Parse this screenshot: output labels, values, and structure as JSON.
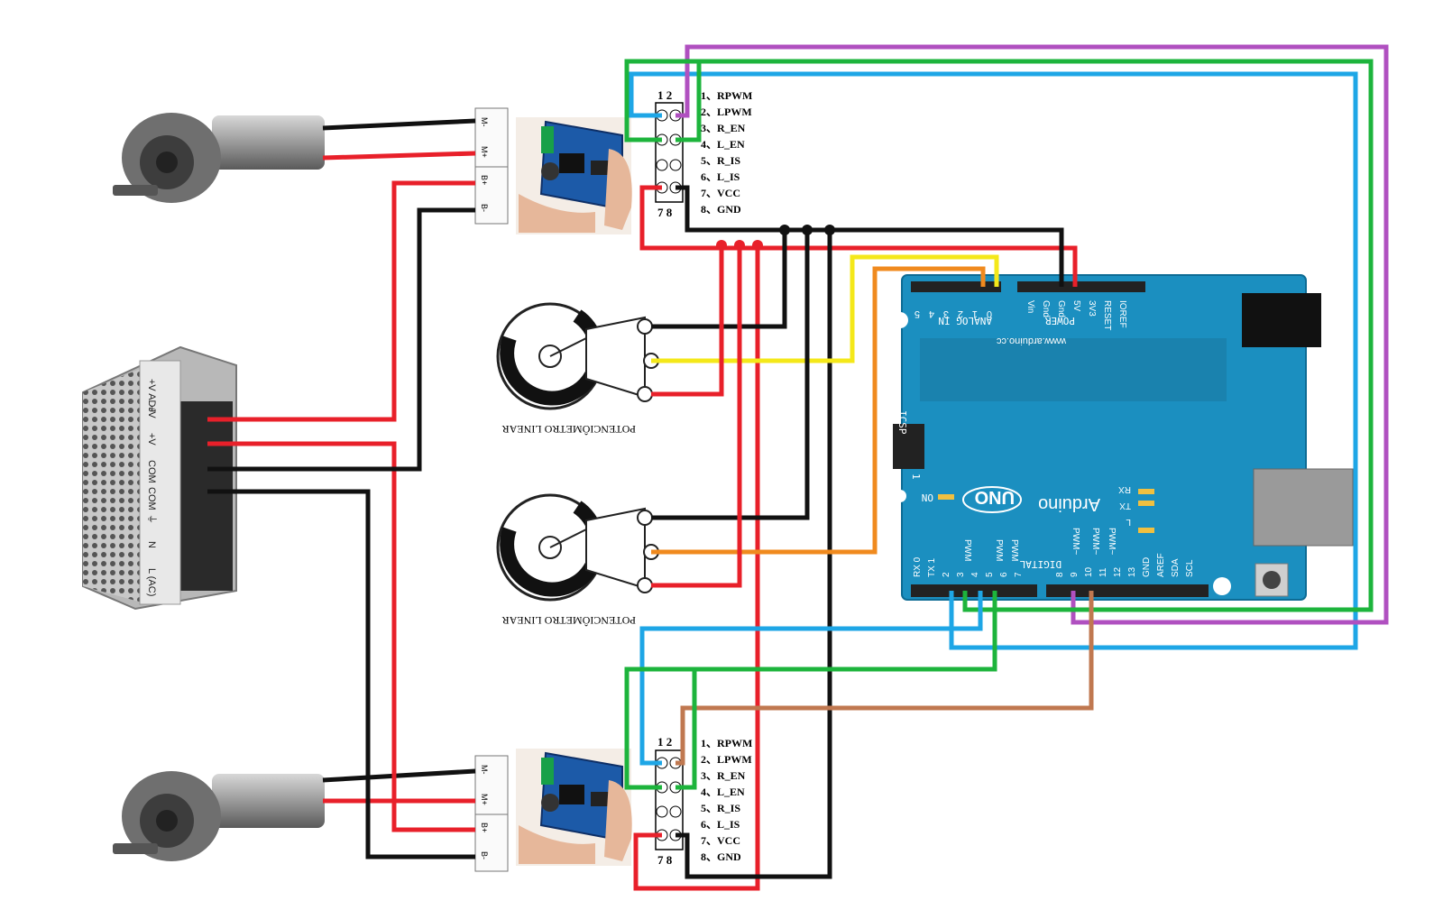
{
  "driver_pins": {
    "header_top": "1 2",
    "header_bottom": "7 8",
    "list": [
      "1、RPWM",
      "2、LPWM",
      "3、R_EN",
      "4、L_EN",
      "5、R_IS",
      "6、L_IS",
      "7、VCC",
      "8、GND"
    ]
  },
  "motor_terminals": [
    "M-",
    "M+",
    "B+",
    "B-"
  ],
  "potentiometer_label": "POTENCIÔMETRO LINEAR",
  "psu": {
    "terminal_labels": [
      "+V ADJ",
      "+V",
      "+V",
      "COM",
      "COM",
      "⏚",
      "N",
      "L (AC)"
    ]
  },
  "arduino": {
    "logo": "Arduino",
    "model": "UNO",
    "website": "www.arduino.cc",
    "on_label": "ON",
    "icsp": "ICSP",
    "icsp_pin1": "1",
    "led_labels": [
      "RX",
      "TX",
      "L"
    ],
    "analog_header_label": "ANALOG IN",
    "analog_pins": [
      "5",
      "4",
      "3",
      "2",
      "1",
      "0"
    ],
    "power_header_label": "POWER",
    "power_pins": [
      "Vin",
      "Gnd",
      "Gnd",
      "5V",
      "3V3",
      "RESET",
      "IOREF"
    ],
    "digital_label": "DIGITAL",
    "digital_pins_low": [
      "RX 0",
      "TX 1",
      "2",
      "3",
      "4",
      "5",
      "6",
      "7"
    ],
    "digital_pins_high": [
      "8",
      "9",
      "10",
      "11",
      "12",
      "13",
      "GND",
      "AREF",
      "SDA",
      "SCL"
    ],
    "pwm_label": "PWM",
    "pwm_tilde_label": "PWM~"
  },
  "colors": {
    "red": "#e8202a",
    "black": "#111111",
    "yellow": "#f4e81a",
    "orange": "#f08a1e",
    "green": "#1db43c",
    "blue": "#1ea6e6",
    "purple": "#b050c0",
    "brown": "#c07850",
    "board": "#1b8fc0"
  }
}
